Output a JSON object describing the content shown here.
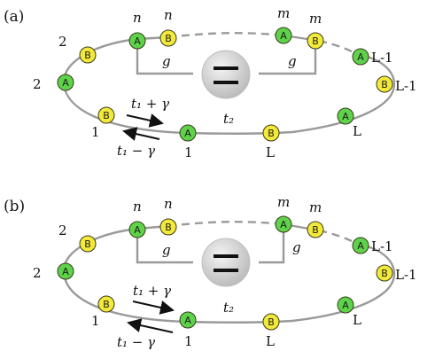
{
  "colors": {
    "ring": "#9a9a9a",
    "site_A": "#5ed24a",
    "site_B": "#f2ea3a",
    "site_stroke": "#3a3a1a",
    "bracket": "#9a9a9a",
    "arrow": "#111111",
    "device_fill": "#d4d4d4"
  },
  "icons": {
    "device": "minus-double-bar-icon",
    "hop_forward": "right-arrow-icon",
    "hop_backward": "left-arrow-icon"
  },
  "panels": [
    {
      "label": "(a)",
      "site_labels": {
        "n_A": "n",
        "n_B": "n",
        "m_A": "m",
        "m_B": "m",
        "two_B": "2",
        "two_A": "2",
        "one_B": "1",
        "one_A": "1",
        "L_B": "L",
        "L_A": "L",
        "Lm1_A": "L-1",
        "Lm1_B": "L-1"
      },
      "coupling": [
        "g",
        "g"
      ],
      "hop_forward": "t₁ + γ",
      "hop_backward": "t₁ − γ",
      "hop_intercell": "t₂"
    },
    {
      "label": "(b)",
      "site_labels": {
        "n_A": "n",
        "n_B": "n",
        "m_A": "m",
        "m_B": "m",
        "two_B": "2",
        "two_A": "2",
        "one_B": "1",
        "one_A": "1",
        "L_B": "L",
        "L_A": "L",
        "Lm1_A": "L-1",
        "Lm1_B": "L-1"
      },
      "coupling": [
        "g",
        "g"
      ],
      "hop_forward": "t₁ + γ",
      "hop_backward": "t₁ − γ",
      "hop_intercell": "t₂"
    }
  ],
  "site_letters": {
    "A": "A",
    "B": "B"
  }
}
